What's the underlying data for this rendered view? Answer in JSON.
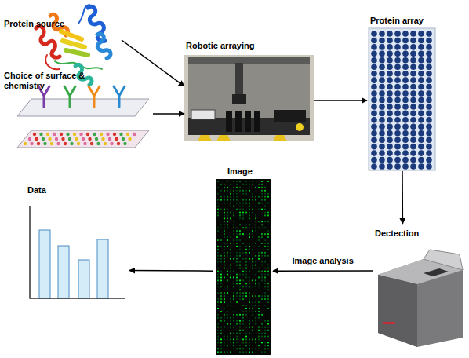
{
  "diagram": {
    "nodes": [
      {
        "text": [
          "Protein source"
        ]
      },
      {
        "text": [
          "Choice of surface & chemistry"
        ]
      },
      {
        "text": [
          "Robotic arraying"
        ]
      },
      {
        "text": [
          "Protein array"
        ]
      },
      {
        "text": [
          "Dectection"
        ]
      },
      {
        "text": [
          "Image"
        ]
      },
      {
        "text": [
          "Data"
        ]
      }
    ],
    "edges": [
      {
        "from": 0,
        "to": 2,
        "arrow": "to"
      },
      {
        "from": 1,
        "to": 2,
        "arrow": "to"
      },
      {
        "from": 2,
        "to": 3,
        "arrow": "to"
      },
      {
        "from": 3,
        "to": 4,
        "arrow": "to"
      },
      {
        "from": 4,
        "to": 5,
        "label": "Image analysis",
        "arrow": "to"
      },
      {
        "from": 5,
        "to": 6,
        "arrow": "to"
      }
    ]
  }
}
